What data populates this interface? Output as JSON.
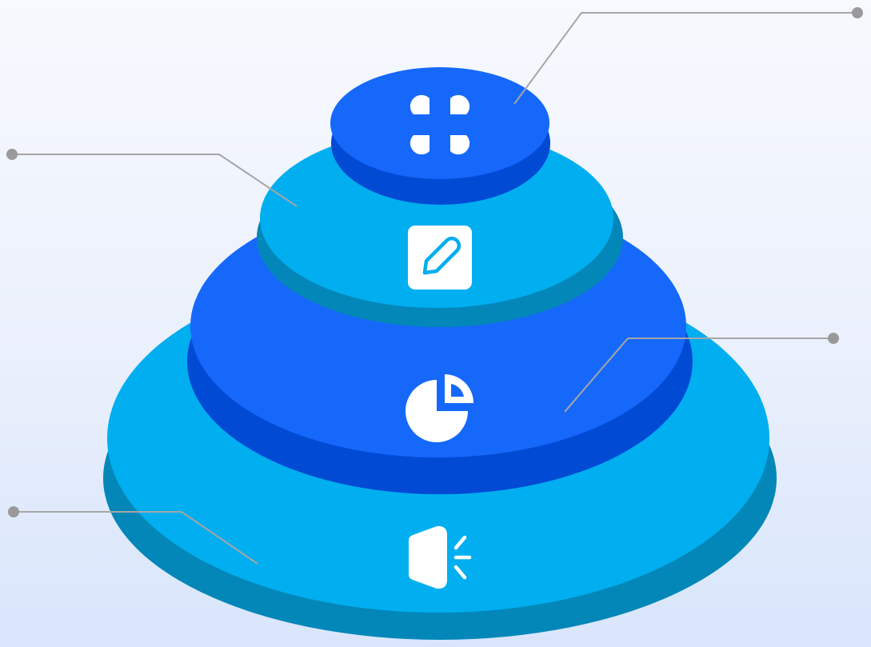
{
  "diagram": {
    "title": "",
    "colors": {
      "background_top": "#f7f9fe",
      "background_bottom": "#d8e5fb",
      "tier_blue_top": "#1668fb",
      "tier_blue_side": "#014ad4",
      "tier_cyan_top": "#01aef0",
      "tier_cyan_side": "#0387b9",
      "icon": "#ffffff",
      "leader_line": "#a6a6a6",
      "leader_dot": "#9a9a9a"
    },
    "tiers": [
      {
        "level": 1,
        "icon": "apps-grid-icon",
        "color": "blue",
        "label": ""
      },
      {
        "level": 2,
        "icon": "pen-edit-icon",
        "color": "cyan",
        "label": ""
      },
      {
        "level": 3,
        "icon": "pie-chart-icon",
        "color": "blue",
        "label": ""
      },
      {
        "level": 4,
        "icon": "megaphone-icon",
        "color": "cyan",
        "label": ""
      }
    ]
  }
}
